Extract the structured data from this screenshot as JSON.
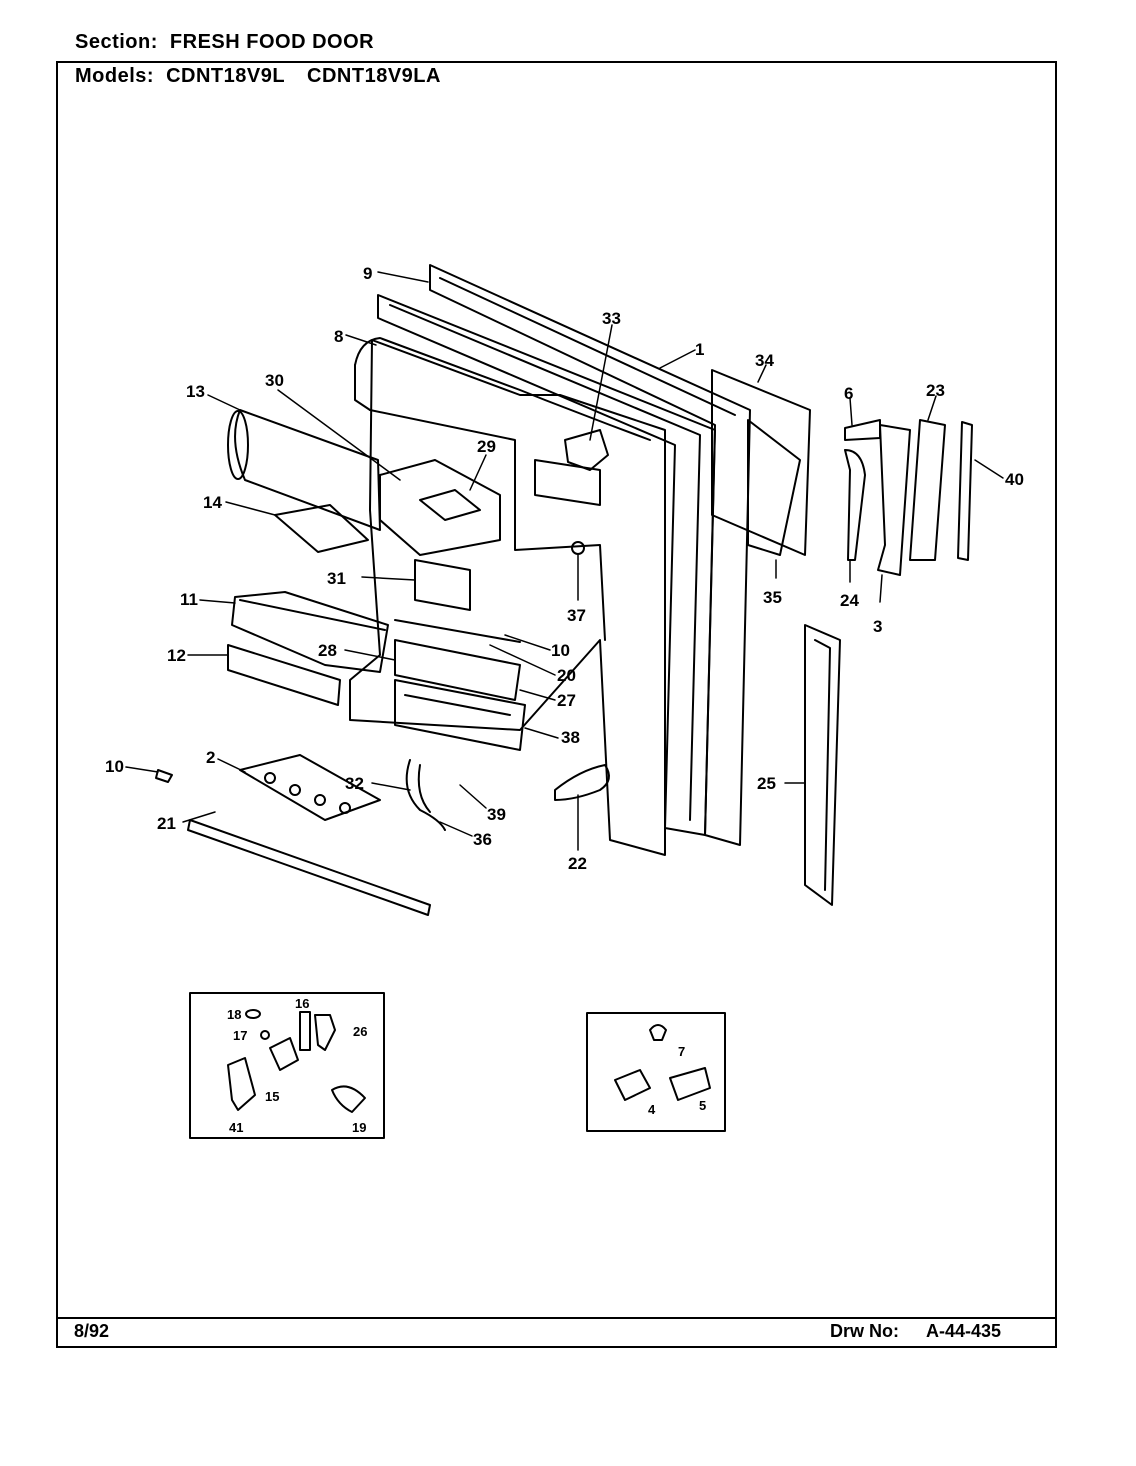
{
  "header": {
    "section_label": "Section:",
    "section_value": "FRESH FOOD DOOR",
    "models_label": "Models:",
    "model_1": "CDNT18V9L",
    "model_2": "CDNT18V9LA"
  },
  "footer": {
    "date": "8/92",
    "drawing_label": "Drw No:",
    "drawing_number": "A-44-435"
  },
  "callouts": [
    "9",
    "8",
    "33",
    "1",
    "34",
    "6",
    "23",
    "40",
    "13",
    "30",
    "29",
    "14",
    "31",
    "37",
    "35",
    "24",
    "3",
    "11",
    "10",
    "12",
    "28",
    "20",
    "27",
    "38",
    "2",
    "32",
    "39",
    "25",
    "21",
    "36",
    "22",
    "18",
    "16",
    "26",
    "17",
    "15",
    "41",
    "19",
    "7",
    "4",
    "5"
  ],
  "colors": {
    "ink": "#000000",
    "paper": "#ffffff"
  }
}
